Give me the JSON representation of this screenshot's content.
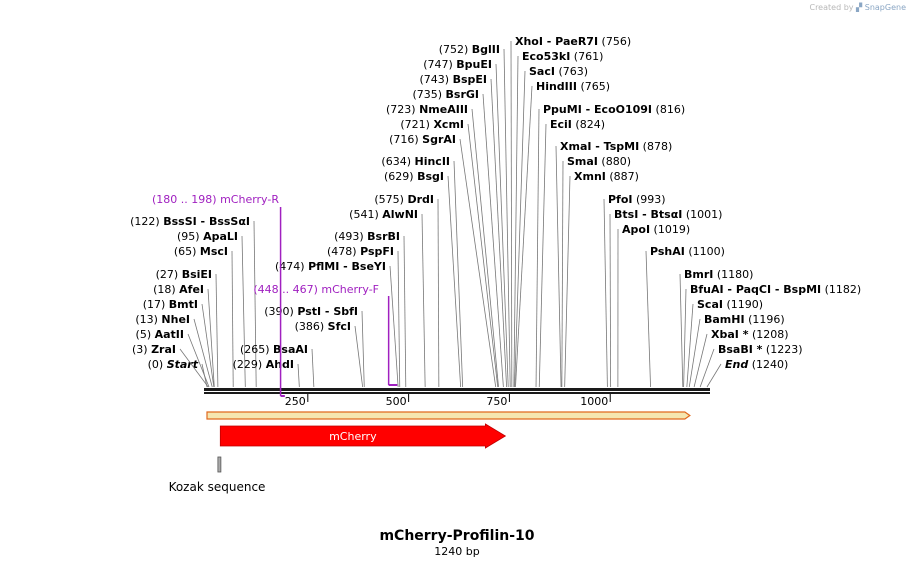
{
  "watermark": {
    "prefix": "Created by",
    "brand": "SnapGene"
  },
  "map": {
    "title": "mCherry-Profilin-10",
    "length_label": "1240 bp",
    "length": 1240,
    "ruler_ticks": [
      "250",
      "500",
      "750",
      "1000"
    ],
    "colors": {
      "backbone": "#1a1a1a",
      "feature_red": "#ff0000",
      "primer": "#a020c0",
      "orf_fill": "#f5e6b0",
      "orf_stroke": "#e0691e",
      "kozak": "#aaaaaa"
    }
  },
  "chart_data": {
    "type": "plasmid_map_linear",
    "sites": [
      {
        "pos": 0,
        "label": "(0)",
        "name": "Start",
        "italic": true
      },
      {
        "pos": 3,
        "label": "(3)",
        "name": "ZraI"
      },
      {
        "pos": 5,
        "label": "(5)",
        "name": "AatII"
      },
      {
        "pos": 13,
        "label": "(13)",
        "name": "NheI"
      },
      {
        "pos": 17,
        "label": "(17)",
        "name": "BmtI"
      },
      {
        "pos": 18,
        "label": "(18)",
        "name": "AfeI"
      },
      {
        "pos": 27,
        "label": "(27)",
        "name": "BsiEI"
      },
      {
        "pos": 65,
        "label": "(65)",
        "name": "MscI"
      },
      {
        "pos": 95,
        "label": "(95)",
        "name": "ApaLI"
      },
      {
        "pos": 122,
        "label": "(122)",
        "name": "BssSI  -  BssSαI"
      },
      {
        "pos": 229,
        "label": "(229)",
        "name": "AhdI"
      },
      {
        "pos": 265,
        "label": "(265)",
        "name": "BsaAI"
      },
      {
        "pos": 386,
        "label": "(386)",
        "name": "SfcI"
      },
      {
        "pos": 390,
        "label": "(390)",
        "name": "PstI  -  SbfI"
      },
      {
        "pos": 474,
        "label": "(474)",
        "name": "PflMI  -  BseYI"
      },
      {
        "pos": 478,
        "label": "(478)",
        "name": "PspFI"
      },
      {
        "pos": 493,
        "label": "(493)",
        "name": "BsrBI"
      },
      {
        "pos": 541,
        "label": "(541)",
        "name": "AlwNI"
      },
      {
        "pos": 575,
        "label": "(575)",
        "name": "DrdI"
      },
      {
        "pos": 629,
        "label": "(629)",
        "name": "BsgI"
      },
      {
        "pos": 634,
        "label": "(634)",
        "name": "HincII"
      },
      {
        "pos": 716,
        "label": "(716)",
        "name": "SgrAI"
      },
      {
        "pos": 721,
        "label": "(721)",
        "name": "XcmI"
      },
      {
        "pos": 723,
        "label": "(723)",
        "name": "NmeAIII"
      },
      {
        "pos": 735,
        "label": "(735)",
        "name": "BsrGI"
      },
      {
        "pos": 743,
        "label": "(743)",
        "name": "BspEI"
      },
      {
        "pos": 747,
        "label": "(747)",
        "name": "BpuEI"
      },
      {
        "pos": 752,
        "label": "(752)",
        "name": "BglII"
      },
      {
        "pos": 756,
        "label": "(756)",
        "name": "XhoI  -  PaeR7I"
      },
      {
        "pos": 761,
        "label": "(761)",
        "name": "Eco53kI"
      },
      {
        "pos": 763,
        "label": "(763)",
        "name": "SacI"
      },
      {
        "pos": 765,
        "label": "(765)",
        "name": "HindIII"
      },
      {
        "pos": 816,
        "label": "(816)",
        "name": "PpuMI  -  EcoO109I"
      },
      {
        "pos": 824,
        "label": "(824)",
        "name": "EciI"
      },
      {
        "pos": 878,
        "label": "(878)",
        "name": "XmaI  -  TspMI"
      },
      {
        "pos": 880,
        "label": "(880)",
        "name": "SmaI"
      },
      {
        "pos": 887,
        "label": "(887)",
        "name": "XmnI"
      },
      {
        "pos": 993,
        "label": "(993)",
        "name": "PfoI"
      },
      {
        "pos": 1001,
        "label": "(1001)",
        "name": "BtsI  -  BtsαI"
      },
      {
        "pos": 1019,
        "label": "(1019)",
        "name": "ApoI"
      },
      {
        "pos": 1100,
        "label": "(1100)",
        "name": "PshAI"
      },
      {
        "pos": 1180,
        "label": "(1180)",
        "name": "BmrI"
      },
      {
        "pos": 1182,
        "label": "(1182)",
        "name": "BfuAI  -  PaqCI  -  BspMI"
      },
      {
        "pos": 1190,
        "label": "(1190)",
        "name": "ScaI"
      },
      {
        "pos": 1196,
        "label": "(1196)",
        "name": "BamHI"
      },
      {
        "pos": 1208,
        "label": "(1208)",
        "name": "XbaI *"
      },
      {
        "pos": 1223,
        "label": "(1223)",
        "name": "BsaBI *"
      },
      {
        "pos": 1240,
        "label": "(1240)",
        "name": "End",
        "italic": true
      }
    ],
    "primers": [
      {
        "name": "mCherry-R",
        "range": "(180 .. 198)",
        "start": 180,
        "end": 198,
        "strand": "reverse"
      },
      {
        "name": "mCherry-F",
        "range": "(448 .. 467)",
        "start": 448,
        "end": 467,
        "strand": "forward"
      }
    ],
    "features": [
      {
        "name": "mCherry",
        "start": 33,
        "end": 740,
        "strand": "forward",
        "type": "cds"
      },
      {
        "name": "Kozak sequence",
        "start": 27,
        "end": 32,
        "type": "regulatory"
      }
    ],
    "orf": {
      "start": 0,
      "end": 1195
    }
  }
}
